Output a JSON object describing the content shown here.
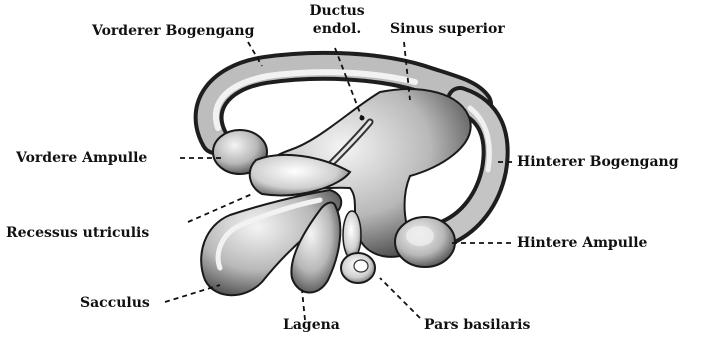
{
  "labels": {
    "vorderer_bogengang": "Vorderer Bogengang",
    "ductus_line1": "Ductus",
    "ductus_line2": "endol.",
    "sinus_superior": "Sinus superior",
    "vordere_ampulle": "Vordere Ampulle",
    "hinterer_bogengang": "Hinterer Bogengang",
    "recessus_utriculis": "Recessus utriculis",
    "hintere_ampulle": "Hintere Ampulle",
    "sacculus": "Sacculus",
    "lagena": "Lagena",
    "pars_basilaris": "Pars basilaris"
  }
}
